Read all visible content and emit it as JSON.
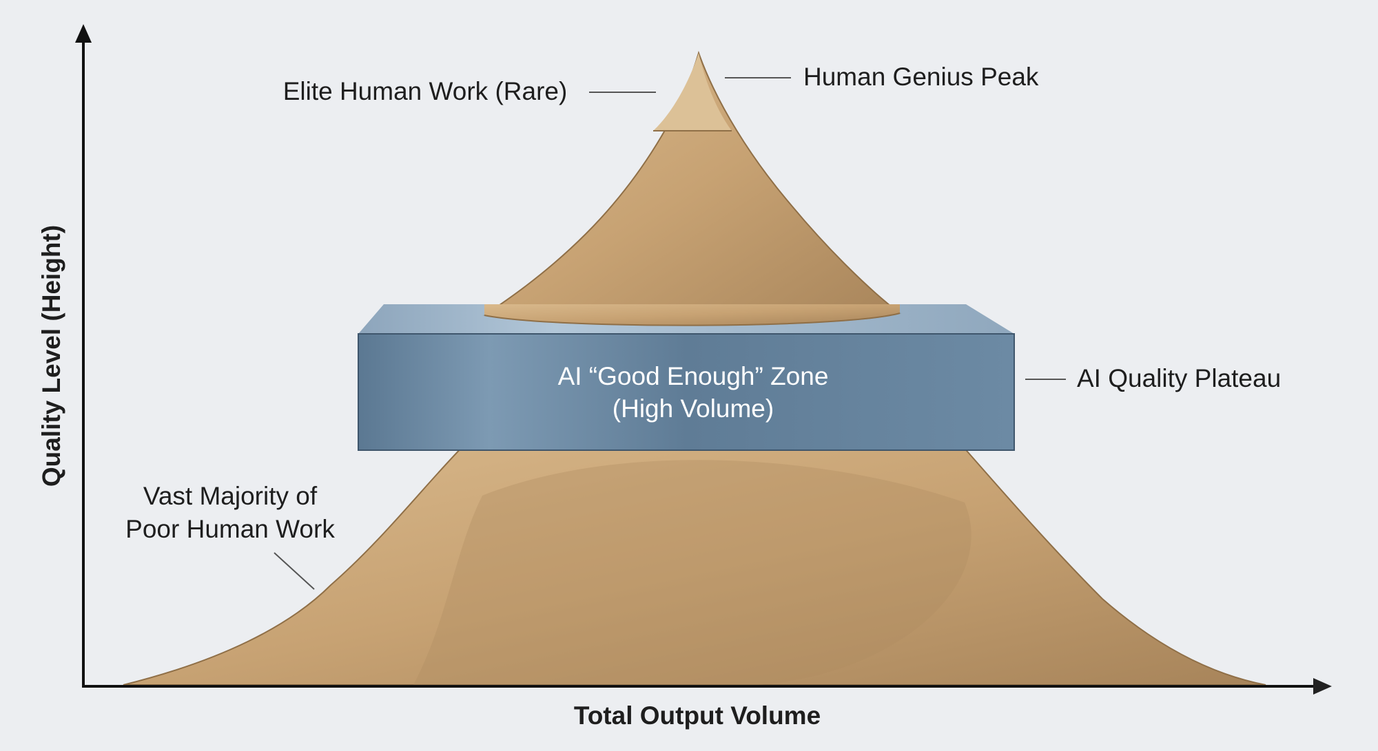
{
  "axes": {
    "y_label": "Quality Level (Height)",
    "x_label": "Total Output Volume"
  },
  "labels": {
    "elite": "Elite Human Work (Rare)",
    "peak": "Human Genius Peak",
    "plateau": "AI Quality Plateau",
    "majority_line1": "Vast Majority of",
    "majority_line2": "Poor Human Work"
  },
  "ai_zone": {
    "line1": "AI “Good Enough” Zone",
    "line2": "(High Volume)"
  },
  "colors": {
    "background": "#eceef1",
    "sand": "#c9a678",
    "sand_dark": "#a9875a",
    "box": "#5f7d97",
    "box_top": "#8ea9c1"
  }
}
